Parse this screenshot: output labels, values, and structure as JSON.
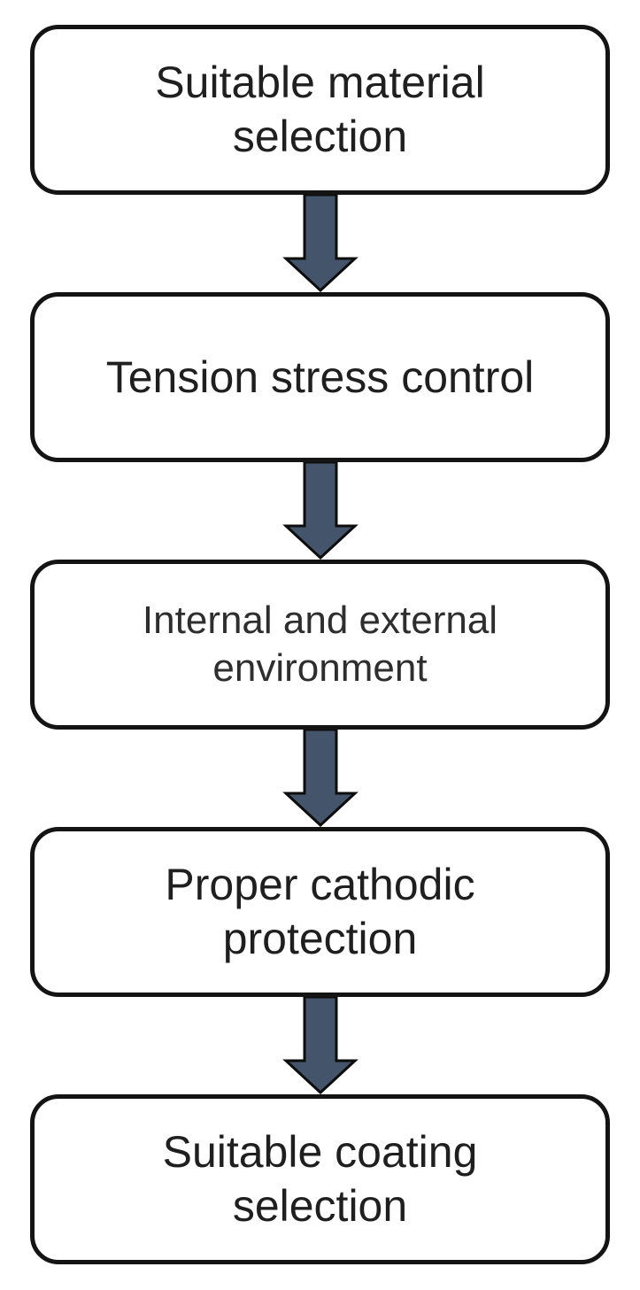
{
  "diagram": {
    "type": "flowchart",
    "direction": "top-to-bottom",
    "steps": [
      {
        "label": "Suitable material selection",
        "lines": [
          "Suitable material",
          "selection"
        ]
      },
      {
        "label": "Tension stress control",
        "lines": [
          "Tension stress control",
          ""
        ]
      },
      {
        "label": "Internal and external environment",
        "lines": [
          "Internal and external",
          "environment"
        ]
      },
      {
        "label": "Proper cathodic protection",
        "lines": [
          "Proper cathodic",
          "protection"
        ]
      },
      {
        "label": "Suitable coating selection",
        "lines": [
          "Suitable coating",
          "selection"
        ]
      }
    ],
    "colors": {
      "arrow_fill": "#44546A",
      "arrow_stroke": "#0d0d0d",
      "box_border": "#141414",
      "box_fill": "#ffffff",
      "text": "#1f1f1f"
    }
  }
}
